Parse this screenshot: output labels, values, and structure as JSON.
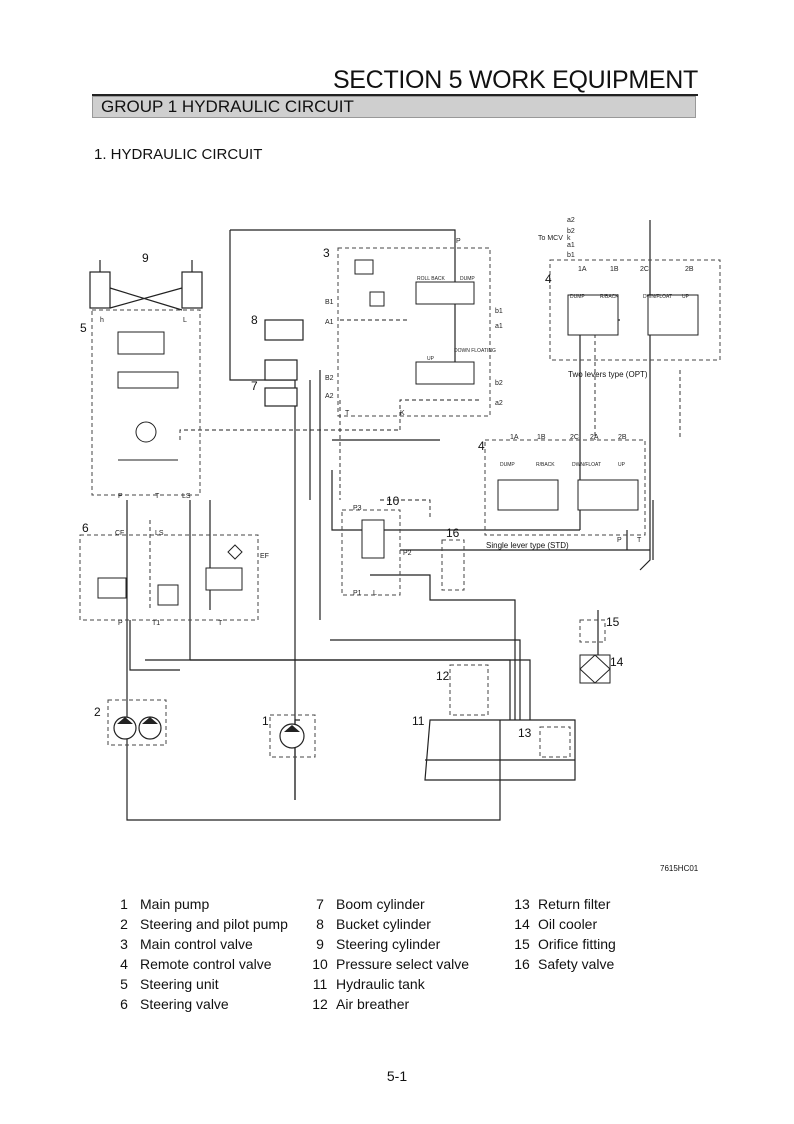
{
  "header": {
    "section_title": "SECTION 5 WORK EQUIPMENT",
    "group_title": "GROUP 1 HYDRAULIC CIRCUIT"
  },
  "subtitle": "1. HYDRAULIC CIRCUIT",
  "figure_id": "7615HC01",
  "diagram": {
    "numbers": [
      "9",
      "5",
      "6",
      "2",
      "1",
      "3",
      "8",
      "7",
      "10",
      "16",
      "4",
      "4",
      "15",
      "14",
      "12",
      "11",
      "13"
    ],
    "ports": [
      "h",
      "L",
      "P",
      "T",
      "LS",
      "CF",
      "LS",
      "EF",
      "P",
      "T1",
      "T",
      "P",
      "B1",
      "A1",
      "B2",
      "A2",
      "T",
      "K",
      "b1",
      "a1",
      "b2",
      "a2",
      "P3",
      "P2",
      "P1",
      "L",
      "1A",
      "1B",
      "2C",
      "2A",
      "2B",
      "T",
      "P",
      "1A",
      "1B",
      "2C",
      "2B",
      "a2",
      "b2",
      "a1",
      "b1",
      "To MCV",
      "k"
    ],
    "spool_labels": [
      "ROLL BACK",
      "DUMP",
      "UP",
      "DOWN FLOATING",
      "DUMP",
      "R/BACK",
      "DWN/FLOAT",
      "UP",
      "DUMP",
      "R/BACK",
      "DWN/FLOAT",
      "UP"
    ],
    "type_labels": {
      "std": "Single lever type (STD)",
      "opt": "Two levers type (OPT)"
    }
  },
  "legend": {
    "col1": [
      {
        "num": "1",
        "label": "Main pump"
      },
      {
        "num": "2",
        "label": "Steering and pilot pump"
      },
      {
        "num": "3",
        "label": "Main control valve"
      },
      {
        "num": "4",
        "label": "Remote control valve"
      },
      {
        "num": "5",
        "label": "Steering unit"
      },
      {
        "num": "6",
        "label": "Steering valve"
      }
    ],
    "col2": [
      {
        "num": "7",
        "label": "Boom cylinder"
      },
      {
        "num": "8",
        "label": "Bucket cylinder"
      },
      {
        "num": "9",
        "label": "Steering cylinder"
      },
      {
        "num": "10",
        "label": "Pressure select valve"
      },
      {
        "num": "11",
        "label": "Hydraulic tank"
      },
      {
        "num": "12",
        "label": "Air breather"
      }
    ],
    "col3": [
      {
        "num": "13",
        "label": "Return filter"
      },
      {
        "num": "14",
        "label": "Oil cooler"
      },
      {
        "num": "15",
        "label": "Orifice fitting"
      },
      {
        "num": "16",
        "label": "Safety valve"
      }
    ]
  },
  "page_number": "5-1"
}
